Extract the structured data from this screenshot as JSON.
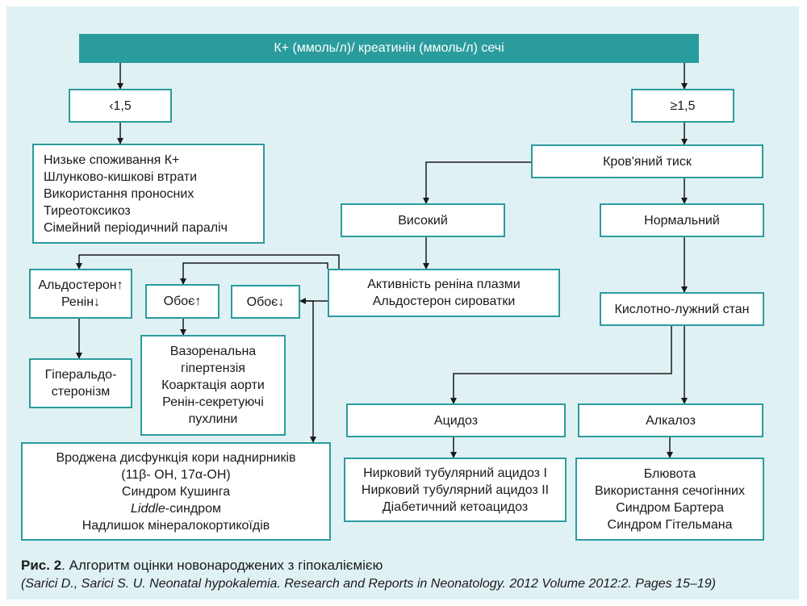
{
  "header": "К+ (ммоль/л)/ креатинін (ммоль/л) сечі",
  "nodes": {
    "low": "‹1,5",
    "high": "≥1,5",
    "causes_low": [
      "Низьке споживання К+",
      "Шлунково-кишкові втрати",
      "Використання проносних",
      "Тиреотоксикоз",
      "Сімейний періодичний параліч"
    ],
    "bp": "Кров'яний тиск",
    "bp_high": "Високий",
    "bp_normal": "Нормальний",
    "renin": [
      "Активність реніна плазми",
      "Альдостерон сироватки"
    ],
    "acid_base": "Кислотно-лужний стан",
    "aldo_renin": [
      "Альдостерон↑",
      "Ренін↓"
    ],
    "both_up": "Обоє↑",
    "both_down": "Обоє↓",
    "hyperaldo": [
      "Гіперальдо-",
      "стеронізм"
    ],
    "vasorenal": [
      "Вазоренальна",
      "гіпертензія",
      "Коарктація аорти",
      "Ренін-секретуючі",
      "пухлини"
    ],
    "congenital": {
      "line1": "Вроджена дисфункція кори наднирників",
      "line2": "(11β- OH, 17α-OH)",
      "line3": "Синдром Кушинга",
      "line4_italic": "Liddle",
      "line4_rest": "-синдром",
      "line5": "Надлишок мінералокортикоїдів"
    },
    "acidosis": "Ацидоз",
    "alkalosis": "Алкалоз",
    "acidosis_causes": [
      "Нирковий тубулярний ацидоз I",
      "Нирковий тубулярний ацидоз II",
      "Діабетичний кетоацидоз"
    ],
    "alkalosis_causes": [
      "Блювота",
      "Використання сечогінних",
      "Синдром Бартера",
      "Синдром Гітельмана"
    ]
  },
  "caption": {
    "label": "Рис. 2",
    "text": ". Алгоритм оцінки новонароджених з гіпокаліємією"
  },
  "source": "(Sarici D., Sarici S. U. Neonatal hypokalemia. Research and Reports in Neonatology. 2012 Volume 2012:2. Pages 15–19)",
  "colors": {
    "accent": "#2b9c9e",
    "background": "#e0f1f4"
  }
}
